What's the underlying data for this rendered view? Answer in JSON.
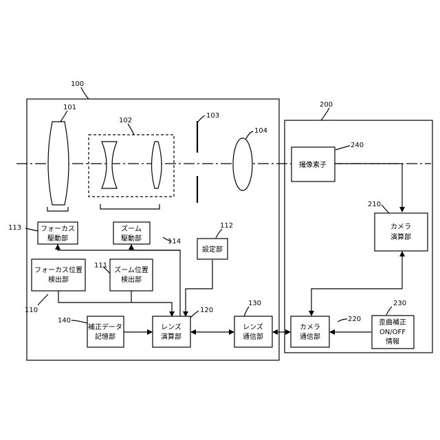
{
  "refs": {
    "lens_unit": "100",
    "lens_101": "101",
    "lens_group_102": "102",
    "aperture_103": "103",
    "lens_104": "104",
    "setting_unit": "112",
    "focus_drive": "113",
    "zoom_drive": "114",
    "focus_pos_detect": "110",
    "zoom_pos_detect": "111",
    "lens_calc": "120",
    "lens_comm": "130",
    "correction_storage": "140",
    "camera_body": "200",
    "image_sensor": "240",
    "camera_calc": "210",
    "camera_comm": "220",
    "distortion_info": "230"
  },
  "blocks": {
    "focus_drive": [
      "フォーカス",
      "駆動部"
    ],
    "zoom_drive": [
      "ズーム",
      "駆動部"
    ],
    "setting_unit": [
      "設定部"
    ],
    "focus_pos_detect": [
      "フォーカス位置",
      "検出部"
    ],
    "zoom_pos_detect": [
      "ズーム位置",
      "検出部"
    ],
    "correction_storage": [
      "補正データ",
      "記憶部"
    ],
    "lens_calc": [
      "レンズ",
      "演算部"
    ],
    "lens_comm": [
      "レンズ",
      "通信部"
    ],
    "image_sensor": [
      "撮像素子"
    ],
    "camera_calc": [
      "カメラ",
      "演算部"
    ],
    "camera_comm": [
      "カメラ",
      "通信部"
    ],
    "distortion_info": [
      "歪曲補正",
      "ON/OFF",
      "情報"
    ]
  }
}
